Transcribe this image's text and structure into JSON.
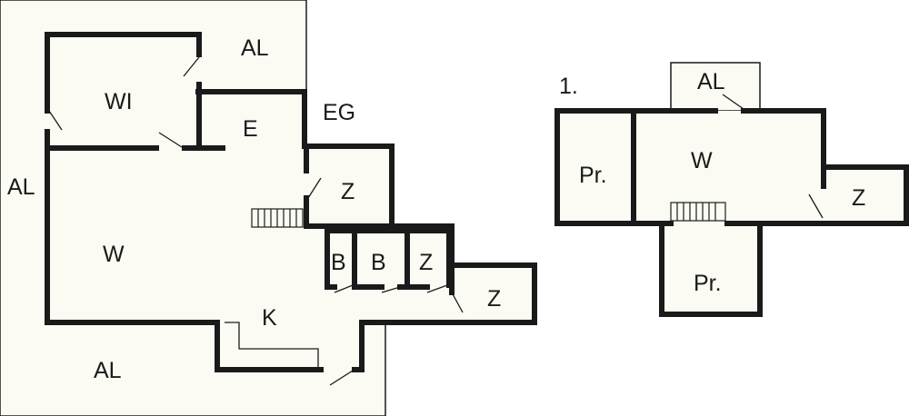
{
  "ground_floor": {
    "label": "EG",
    "rooms": {
      "winter_garden": "WI",
      "hall": "E",
      "garage": "Z",
      "living": "W",
      "bath_1": "B",
      "bath_2": "B",
      "storage_1": "Z",
      "storage_2": "Z",
      "kitchen": "K"
    },
    "outside": {
      "al_top": "AL",
      "al_left": "AL",
      "al_bottom": "AL"
    }
  },
  "first_floor": {
    "label": "1.",
    "rooms": {
      "balcony": "AL",
      "study_left": "Pr.",
      "living": "W",
      "storage": "Z",
      "study_bottom": "Pr."
    }
  }
}
